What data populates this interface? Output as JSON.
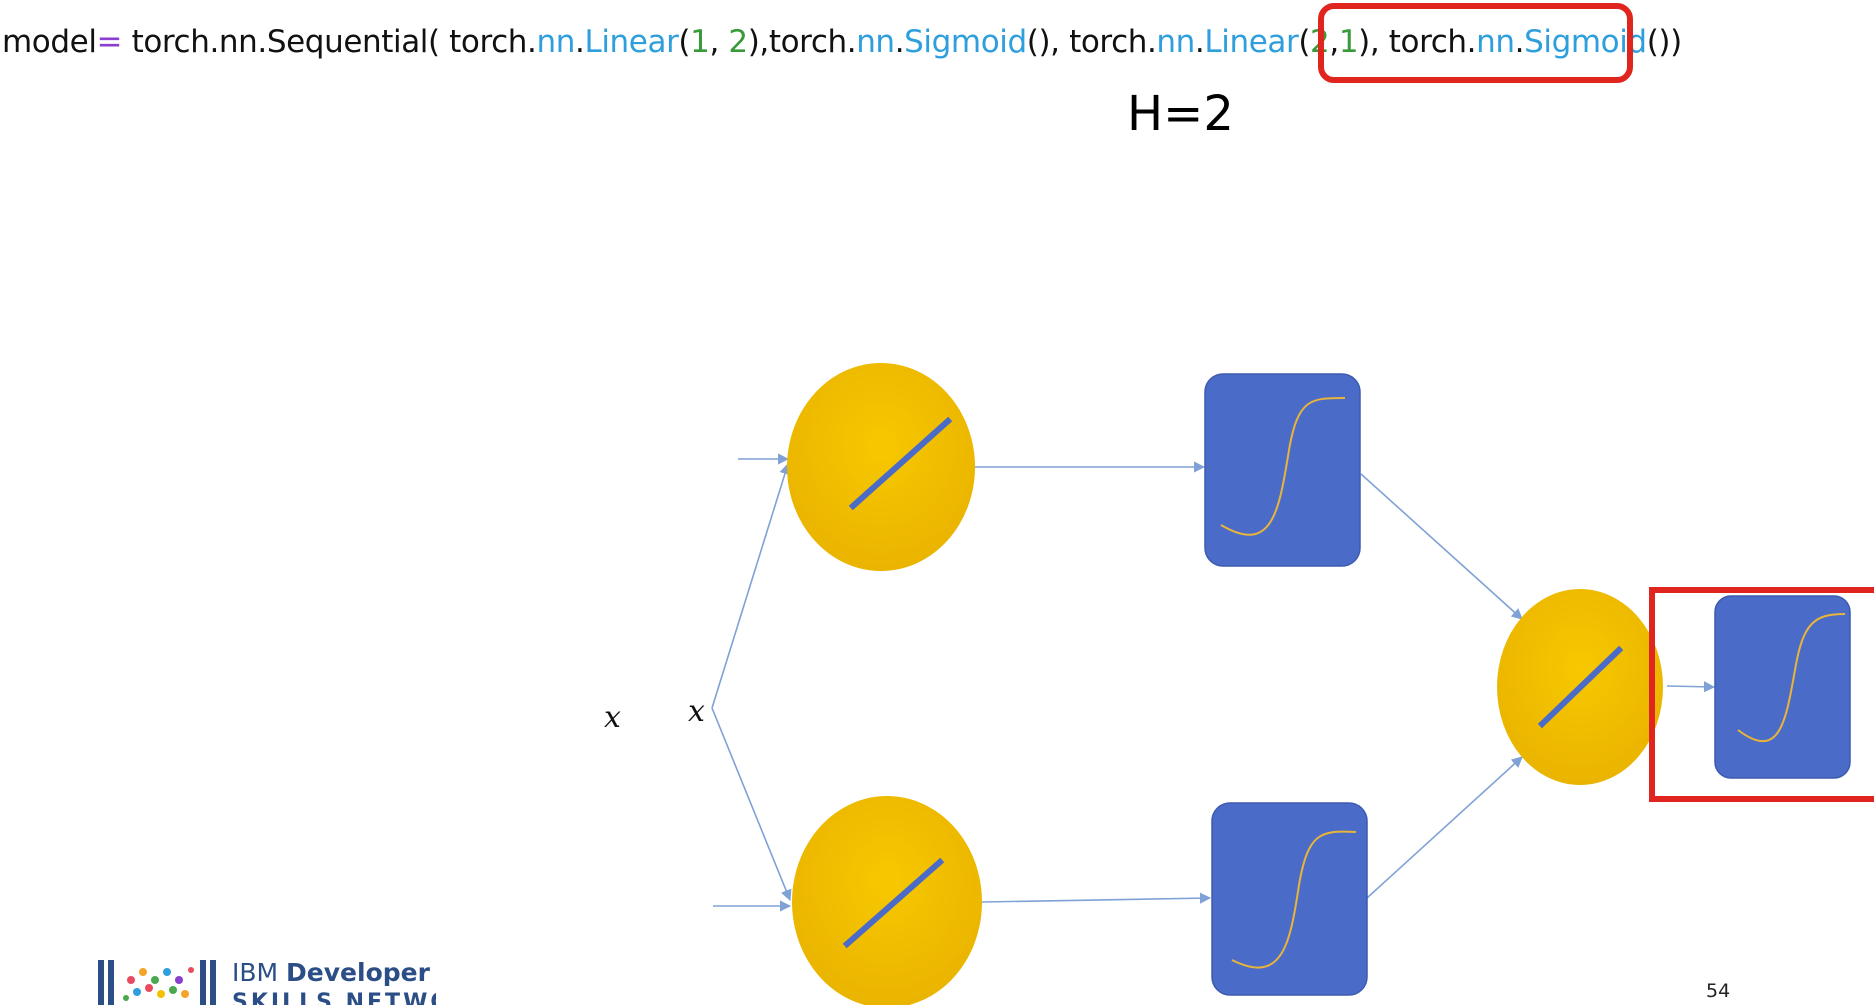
{
  "slide": {
    "code_tokens": [
      {
        "text": "model",
        "color": "#111111"
      },
      {
        "text": "=",
        "color": "#8a3fd1"
      },
      {
        "text": " torch.nn.Sequential( torch.",
        "color": "#111111"
      },
      {
        "text": "nn",
        "color": "#2e9fdc"
      },
      {
        "text": ".",
        "color": "#111111"
      },
      {
        "text": "Linear",
        "color": "#2e9fdc"
      },
      {
        "text": "(",
        "color": "#111111"
      },
      {
        "text": "1",
        "color": "#3a9a3a"
      },
      {
        "text": ", ",
        "color": "#111111"
      },
      {
        "text": "2",
        "color": "#3a9a3a"
      },
      {
        "text": "),torch.",
        "color": "#111111"
      },
      {
        "text": "nn",
        "color": "#2e9fdc"
      },
      {
        "text": ".",
        "color": "#111111"
      },
      {
        "text": "Sigmoid",
        "color": "#2e9fdc"
      },
      {
        "text": "(), torch.",
        "color": "#111111"
      },
      {
        "text": "nn",
        "color": "#2e9fdc"
      },
      {
        "text": ".",
        "color": "#111111"
      },
      {
        "text": "Linear",
        "color": "#2e9fdc"
      },
      {
        "text": "(",
        "color": "#111111"
      },
      {
        "text": "2",
        "color": "#3a9a3a"
      },
      {
        "text": ",",
        "color": "#111111"
      },
      {
        "text": "1",
        "color": "#3a9a3a"
      },
      {
        "text": "), torch.",
        "color": "#111111"
      },
      {
        "text": "nn",
        "color": "#2e9fdc"
      },
      {
        "text": ".",
        "color": "#111111"
      },
      {
        "text": "Sigmoid",
        "color": "#2e9fdc"
      },
      {
        "text": "())",
        "color": "#111111"
      }
    ],
    "hidden_label": "H=2",
    "input_label": "x",
    "input_label_clipped": "x",
    "logo": {
      "line1_ibm": "IBM",
      "line1_dev": "Developer",
      "line2": "SKILLS NETWORK"
    },
    "page_number": "54"
  },
  "colors": {
    "neuron_yellow": "#f4c000",
    "activation_blue": "#4a6bc8",
    "highlight_red": "#e0251f",
    "edge_blue": "#7fa1d6",
    "line_blue": "#4a6bc8",
    "curve_gold": "#e8b43a"
  },
  "network": {
    "input": "x",
    "layers": [
      {
        "type": "linear",
        "in": 1,
        "out": 2
      },
      {
        "type": "sigmoid",
        "count": 2
      },
      {
        "type": "linear",
        "in": 2,
        "out": 1
      },
      {
        "type": "sigmoid",
        "count": 1,
        "highlighted": true
      }
    ]
  }
}
